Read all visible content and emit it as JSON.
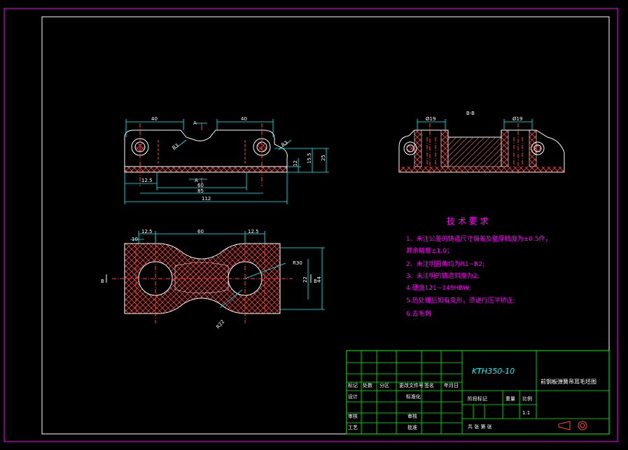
{
  "colors": {
    "background": "#000000",
    "border": "#ff00ff",
    "frame": "#ffffff",
    "outline": "#ffffff",
    "dimension": "#00ffff",
    "hatch": "#ff4040",
    "centerline": "#ff4040",
    "note_text": "#ff00ff",
    "title_grid": "#00ff00",
    "title_text": "#ffffff",
    "part_no_text": "#00ffff"
  },
  "front_view": {
    "section_mark": "A",
    "dims": {
      "left_width": "40",
      "right_width": "40",
      "r_left": "R3",
      "r_right": "R3",
      "inner_span": "60",
      "hole_offset": "12.5",
      "hole_span": "85",
      "overall": "112",
      "h1": "12",
      "h2": "15.5",
      "h3": "25"
    }
  },
  "section_view": {
    "title": "B-B",
    "dia_left": "Ø19",
    "dia_right": "Ø19"
  },
  "top_view": {
    "section_mark": "B",
    "dims": {
      "offset_left": "12.5",
      "center_span": "60",
      "offset_right": "12.5",
      "small": "10",
      "r_top": "R30",
      "r_bottom": "R22",
      "w1": "22",
      "w2": "44"
    }
  },
  "tech_req": {
    "title": "技  术  要  求",
    "items": [
      "1、未注公差的铸造尺寸偏差及壁厚精度为±0.5件，",
      "其余精度±1.0；",
      "2、未注明圆角均为R1~R2;",
      "3、未注明的铸造斜度为2;",
      "4.硬度121~149HBW;",
      "5.热处理后如有变形，须进行压平矫正;",
      "6.去毛刺"
    ]
  },
  "title_block": {
    "part_no": "KTH350-10",
    "part_name": "前钢板弹簧吊耳毛坯图",
    "labels": {
      "mark": "标记",
      "count": "处数",
      "zone": "分区",
      "doc_no": "更改文件号",
      "sign": "签名",
      "date": "年月日",
      "design": "设计",
      "standard": "标准化",
      "stage_mark": "阶段标记",
      "weight": "重量",
      "scale": "比例",
      "review": "审核",
      "process": "工艺",
      "approve": "批准",
      "sheet": "共  张  第  张"
    },
    "scale_value": "1:1"
  }
}
